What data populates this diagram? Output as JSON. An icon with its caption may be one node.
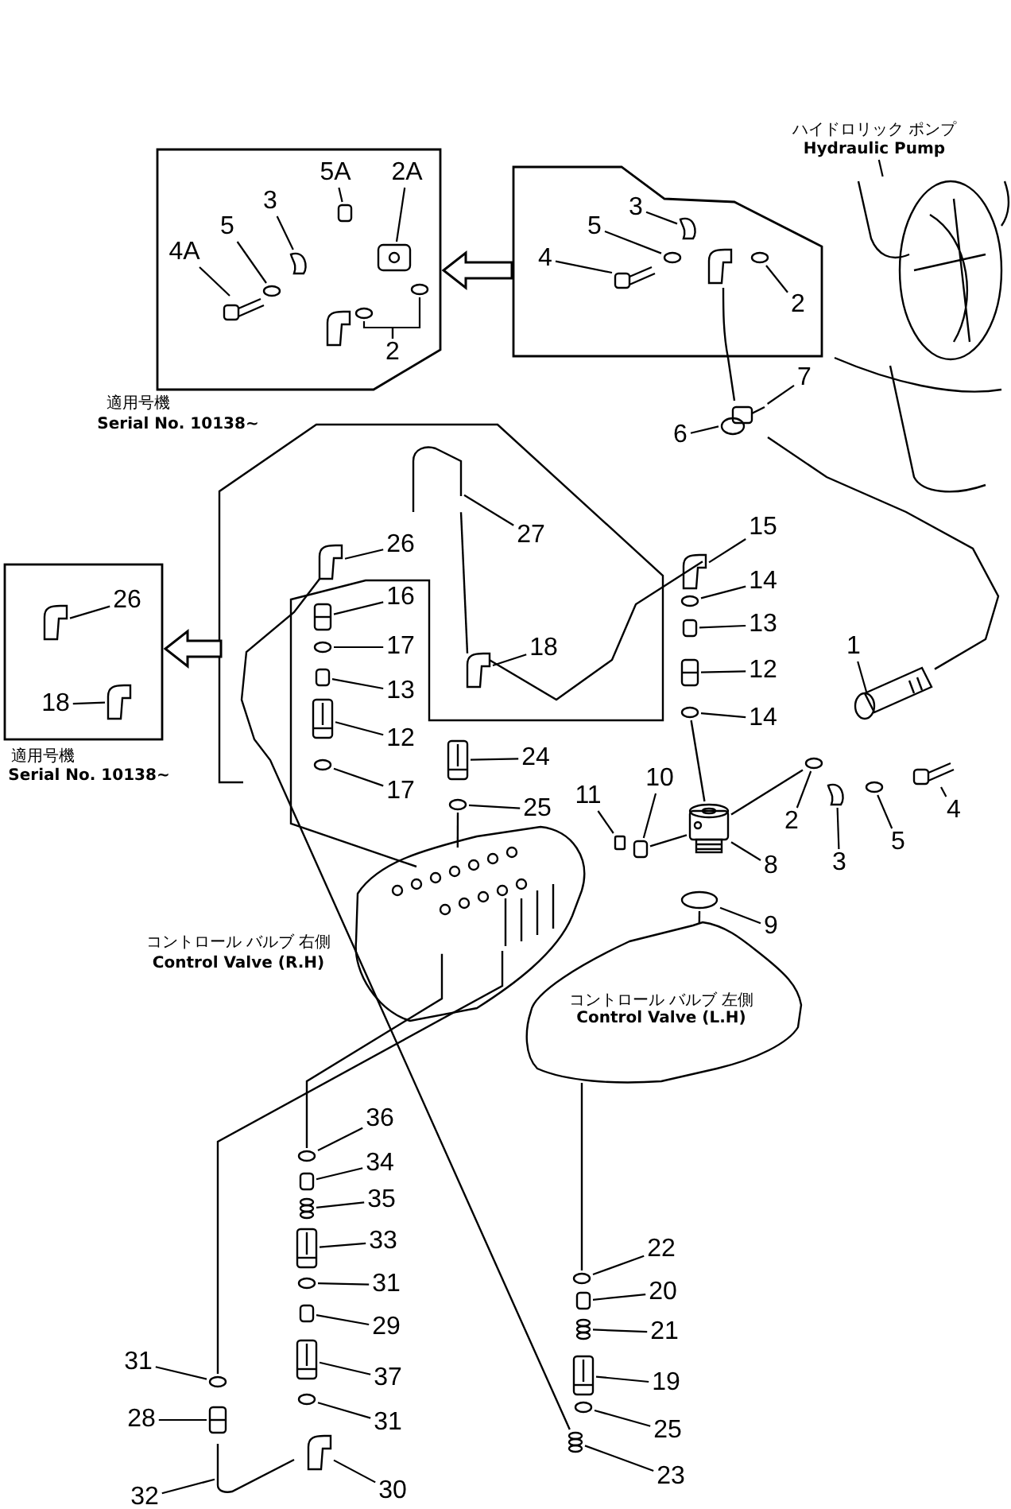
{
  "diagram": {
    "nodes": [
      {
        "text": [],
        "shape": "box"
      },
      {
        "text": [
          "5A"
        ],
        "in": 0
      },
      {
        "text": [
          "2A"
        ],
        "in": 0
      },
      {
        "text": [
          "3"
        ],
        "in": 0
      },
      {
        "text": [
          "5"
        ],
        "in": 0
      },
      {
        "text": [
          "4A"
        ],
        "in": 0
      },
      {
        "text": [
          "2"
        ],
        "in": 0
      },
      {
        "text": [],
        "shape": "box"
      },
      {
        "text": [
          "3"
        ],
        "in": 7
      },
      {
        "text": [
          "5"
        ],
        "in": 7
      },
      {
        "text": [
          "4"
        ],
        "in": 7
      },
      {
        "text": [
          "2"
        ],
        "in": 7
      },
      {
        "text": [
          "ハイドロリック ポンプ",
          "Hydraulic Pump"
        ]
      },
      {
        "text": [
          "7"
        ]
      },
      {
        "text": [
          "6"
        ]
      },
      {
        "text": [],
        "shape": "box"
      },
      {
        "text": [
          "26"
        ],
        "in": 15
      },
      {
        "text": [
          "18"
        ],
        "in": 15
      },
      {
        "text": [
          "26"
        ]
      },
      {
        "text": [
          "27"
        ]
      },
      {
        "text": [
          "16"
        ]
      },
      {
        "text": [
          "17"
        ]
      },
      {
        "text": [
          "18"
        ]
      },
      {
        "text": [
          "13"
        ]
      },
      {
        "text": [
          "12"
        ]
      },
      {
        "text": [
          "15"
        ]
      },
      {
        "text": [
          "14"
        ]
      },
      {
        "text": [
          "13"
        ]
      },
      {
        "text": [
          "12"
        ]
      },
      {
        "text": [
          "14"
        ]
      },
      {
        "text": [
          "1"
        ]
      },
      {
        "text": [
          "17"
        ]
      },
      {
        "text": [
          "24"
        ]
      },
      {
        "text": [
          "25"
        ]
      },
      {
        "text": [
          "11"
        ]
      },
      {
        "text": [
          "10"
        ]
      },
      {
        "text": [
          "2"
        ]
      },
      {
        "text": [
          "3"
        ]
      },
      {
        "text": [
          "5"
        ]
      },
      {
        "text": [
          "4"
        ]
      },
      {
        "text": [
          "8"
        ]
      },
      {
        "text": [
          "9"
        ]
      },
      {
        "text": [
          "コントロール バルブ 左側",
          "Control Valve (L.H)"
        ]
      },
      {
        "text": [
          "36"
        ]
      },
      {
        "text": [
          "34"
        ]
      },
      {
        "text": [
          "35"
        ]
      },
      {
        "text": [
          "33"
        ]
      },
      {
        "text": [
          "31"
        ]
      },
      {
        "text": [
          "29"
        ]
      },
      {
        "text": [
          "22"
        ]
      },
      {
        "text": [
          "20"
        ]
      },
      {
        "text": [
          "21"
        ]
      },
      {
        "text": [
          "31"
        ]
      },
      {
        "text": [
          "37"
        ]
      },
      {
        "text": [
          "19"
        ]
      },
      {
        "text": [
          "28"
        ]
      },
      {
        "text": [
          "31"
        ]
      },
      {
        "text": [
          "25"
        ]
      },
      {
        "text": [
          "23"
        ]
      },
      {
        "text": [
          "32"
        ]
      },
      {
        "text": [
          "30"
        ]
      },
      {
        "text": [],
        "shape": "box",
        "in": 0
      },
      {
        "text": [],
        "shape": "picture",
        "in": 0
      },
      {
        "text": [],
        "shape": "picture",
        "in": 0
      },
      {
        "text": [],
        "shape": "circle",
        "in": 0
      },
      {
        "text": [],
        "shape": "picture",
        "in": 0
      },
      {
        "text": [],
        "shape": "circle",
        "in": 0
      },
      {
        "text": [],
        "shape": "circle",
        "in": 0
      },
      {
        "text": [],
        "shape": "picture",
        "in": 7
      },
      {
        "text": [],
        "shape": "circle",
        "in": 7
      },
      {
        "text": [],
        "shape": "picture",
        "in": 7
      },
      {
        "text": [],
        "shape": "circle",
        "in": 7
      },
      {
        "text": [],
        "shape": "picture"
      },
      {
        "text": [],
        "shape": "picture"
      },
      {
        "text": [],
        "shape": "picture",
        "in": 15
      },
      {
        "text": [],
        "shape": "picture",
        "in": 15
      },
      {
        "text": [],
        "shape": "picture"
      },
      {
        "text": [],
        "shape": "picture"
      },
      {
        "text": [],
        "shape": "picture"
      },
      {
        "text": [],
        "shape": "circle"
      },
      {
        "text": [],
        "shape": "picture"
      },
      {
        "text": [],
        "shape": "box"
      },
      {
        "text": [],
        "shape": "picture"
      },
      {
        "text": [],
        "shape": "picture"
      },
      {
        "text": [],
        "shape": "circle"
      },
      {
        "text": [],
        "shape": "box"
      },
      {
        "text": [],
        "shape": "picture"
      },
      {
        "text": [],
        "shape": "circle"
      },
      {
        "text": [],
        "shape": "picture"
      },
      {
        "text": [],
        "shape": "circle"
      },
      {
        "text": [],
        "shape": "picture"
      },
      {
        "text": [],
        "shape": "circle"
      },
      {
        "text": [],
        "shape": "box"
      },
      {
        "text": [],
        "shape": "box"
      },
      {
        "text": [],
        "shape": "circle"
      },
      {
        "text": [],
        "shape": "picture"
      },
      {
        "text": [],
        "shape": "circle"
      },
      {
        "text": [],
        "shape": "picture"
      },
      {
        "text": [],
        "shape": "picture"
      },
      {
        "text": [],
        "shape": "circle"
      },
      {
        "text": [],
        "shape": "circle"
      },
      {
        "text": [],
        "shape": "box"
      },
      {
        "text": [],
        "shape": "picture"
      },
      {
        "text": [],
        "shape": "picture"
      },
      {
        "text": [],
        "shape": "circle"
      },
      {
        "text": [],
        "shape": "box"
      },
      {
        "text": [],
        "shape": "circle"
      },
      {
        "text": [],
        "shape": "box"
      },
      {
        "text": [],
        "shape": "picture"
      },
      {
        "text": [],
        "shape": "circle"
      },
      {
        "text": [],
        "shape": "picture"
      },
      {
        "text": [],
        "shape": "picture"
      },
      {
        "text": [],
        "shape": "picture"
      },
      {
        "text": [],
        "shape": "circle"
      },
      {
        "text": [],
        "shape": "circle"
      },
      {
        "text": [],
        "shape": "picture"
      },
      {
        "text": [],
        "shape": "picture"
      },
      {
        "text": [],
        "shape": "picture"
      },
      {
        "text": [],
        "shape": "picture",
        "beside": [
          "コントロール バルブ 右側",
          "Control Valve (R.H)"
        ]
      }
    ],
    "edges": [
      {
        "from": 7,
        "to": 0,
        "arrow": "to",
        "style": "thick"
      },
      {
        "from": null,
        "to": 15,
        "arrow": "to",
        "style": "thick"
      },
      {
        "from": 1,
        "to": 61,
        "arrow": "none"
      },
      {
        "from": 2,
        "to": 62,
        "arrow": "none"
      },
      {
        "from": 3,
        "to": 63,
        "arrow": "none"
      },
      {
        "from": 4,
        "to": 64,
        "arrow": "none"
      },
      {
        "from": 5,
        "to": 65,
        "arrow": "none"
      },
      {
        "from": 6,
        "to": 66,
        "arrow": "none"
      },
      {
        "from": 6,
        "to": 67,
        "arrow": "none"
      },
      {
        "from": 8,
        "to": 68,
        "arrow": "none"
      },
      {
        "from": 9,
        "to": 69,
        "arrow": "none"
      },
      {
        "from": 10,
        "to": 70,
        "arrow": "none"
      },
      {
        "from": 11,
        "to": 71,
        "arrow": "none"
      },
      {
        "from": 12,
        "to": 72,
        "arrow": "none"
      },
      {
        "from": 13,
        "to": 73,
        "arrow": "none"
      },
      {
        "from": 14,
        "to": 73,
        "arrow": "none"
      },
      {
        "from": 16,
        "to": 74,
        "arrow": "none"
      },
      {
        "from": 17,
        "to": 75,
        "arrow": "none"
      },
      {
        "from": 18,
        "to": 76,
        "arrow": "none"
      },
      {
        "from": 19,
        "to": 77,
        "arrow": "none"
      },
      {
        "from": 20,
        "to": 78,
        "arrow": "none"
      },
      {
        "from": 21,
        "to": 79,
        "arrow": "none"
      },
      {
        "from": 22,
        "to": 80,
        "arrow": "none"
      },
      {
        "from": 23,
        "to": 81,
        "arrow": "none"
      },
      {
        "from": 24,
        "to": 82,
        "arrow": "none"
      },
      {
        "from": 25,
        "to": 83,
        "arrow": "none"
      },
      {
        "from": 26,
        "to": 84,
        "arrow": "none"
      },
      {
        "from": 27,
        "to": 85,
        "arrow": "none"
      },
      {
        "from": 28,
        "to": 86,
        "arrow": "none"
      },
      {
        "from": 29,
        "to": 87,
        "arrow": "none"
      },
      {
        "from": 30,
        "to": 88,
        "arrow": "none"
      },
      {
        "from": 31,
        "to": 89,
        "arrow": "none"
      },
      {
        "from": 32,
        "to": 90,
        "arrow": "none"
      },
      {
        "from": 33,
        "to": 91,
        "arrow": "none"
      },
      {
        "from": 34,
        "to": 92,
        "arrow": "none"
      },
      {
        "from": 35,
        "to": 93,
        "arrow": "none"
      },
      {
        "from": 36,
        "to": 94,
        "arrow": "none"
      },
      {
        "from": 37,
        "to": 95,
        "arrow": "none"
      },
      {
        "from": 38,
        "to": 96,
        "arrow": "none"
      },
      {
        "from": 39,
        "to": 97,
        "arrow": "none"
      },
      {
        "from": 40,
        "to": 98,
        "arrow": "none"
      },
      {
        "from": 41,
        "to": 99,
        "arrow": "none"
      },
      {
        "from": 43,
        "to": 100,
        "arrow": "none"
      },
      {
        "from": 44,
        "to": 101,
        "arrow": "none"
      },
      {
        "from": 45,
        "to": 102,
        "arrow": "none"
      },
      {
        "from": 46,
        "to": 103,
        "arrow": "none"
      },
      {
        "from": 47,
        "to": 104,
        "arrow": "none"
      },
      {
        "from": 48,
        "to": 105,
        "arrow": "none"
      },
      {
        "from": 49,
        "to": 106,
        "arrow": "none"
      },
      {
        "from": 50,
        "to": 107,
        "arrow": "none"
      },
      {
        "from": 51,
        "to": 108,
        "arrow": "none"
      },
      {
        "from": 52,
        "to": 109,
        "arrow": "none"
      },
      {
        "from": 53,
        "to": 110,
        "arrow": "none"
      },
      {
        "from": 54,
        "to": 111,
        "arrow": "none"
      },
      {
        "from": 55,
        "to": 112,
        "arrow": "none"
      },
      {
        "from": 56,
        "to": 113,
        "arrow": "none"
      },
      {
        "from": 57,
        "to": 114,
        "arrow": "none"
      },
      {
        "from": 58,
        "to": 115,
        "arrow": "none"
      },
      {
        "from": 59,
        "to": 116,
        "arrow": "none"
      },
      {
        "from": 60,
        "to": 117,
        "arrow": "none"
      },
      {
        "from": 98,
        "to": 94,
        "arrow": "none"
      },
      {
        "from": 93,
        "to": 98,
        "arrow": "none"
      },
      {
        "from": 91,
        "to": 118,
        "arrow": "none"
      },
      {
        "from": 118,
        "to": 100,
        "arrow": "none"
      },
      {
        "from": 118,
        "to": 109,
        "arrow": "none"
      },
      {
        "from": 99,
        "to": 42,
        "arrow": "none"
      },
      {
        "from": 42,
        "to": 106,
        "arrow": "none"
      },
      {
        "from": 87,
        "to": 98,
        "arrow": "none"
      },
      {
        "from": 73,
        "to": 88,
        "arrow": "none"
      },
      {
        "from": 77,
        "to": 80,
        "arrow": "none"
      },
      {
        "from": 80,
        "to": 83,
        "arrow": "none"
      },
      {
        "from": 76,
        "to": 115,
        "arrow": "none"
      }
    ],
    "labels": [
      "適用号機",
      "Serial No. 10138~",
      "適用号機",
      "Serial No. 10138~"
    ]
  }
}
